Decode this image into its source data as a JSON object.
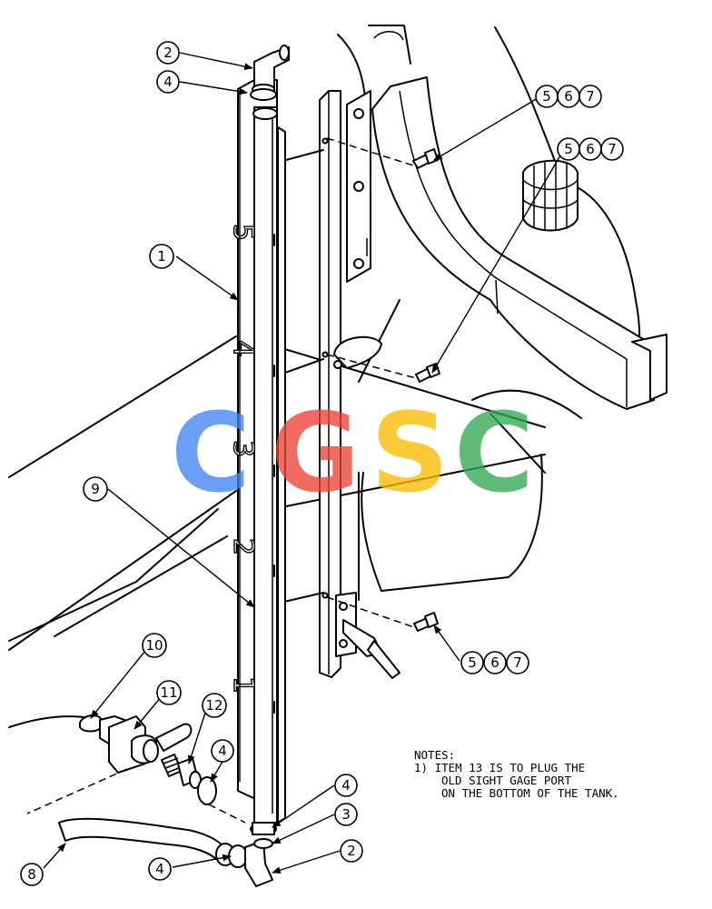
{
  "balloons": [
    "2",
    "4",
    "5",
    "6",
    "7",
    "5",
    "6",
    "7",
    "1",
    "9",
    "10",
    "11",
    "12",
    "4",
    "4",
    "3",
    "2",
    "8",
    "4",
    "5",
    "6",
    "7"
  ],
  "scale_marks": [
    "5",
    "4",
    "3",
    "2",
    "1"
  ],
  "notes": {
    "heading": "NOTES:",
    "line1": "1)   ITEM 13 IS TO PLUG THE",
    "line2": "OLD SIGHT GAGE PORT",
    "line3": "ON THE BOTTOM OF THE TANK."
  },
  "watermark": {
    "letters": [
      "C",
      "G",
      "S",
      "C"
    ],
    "colors": [
      "#4285F4",
      "#EA4335",
      "#FBBC05",
      "#34A853"
    ]
  }
}
